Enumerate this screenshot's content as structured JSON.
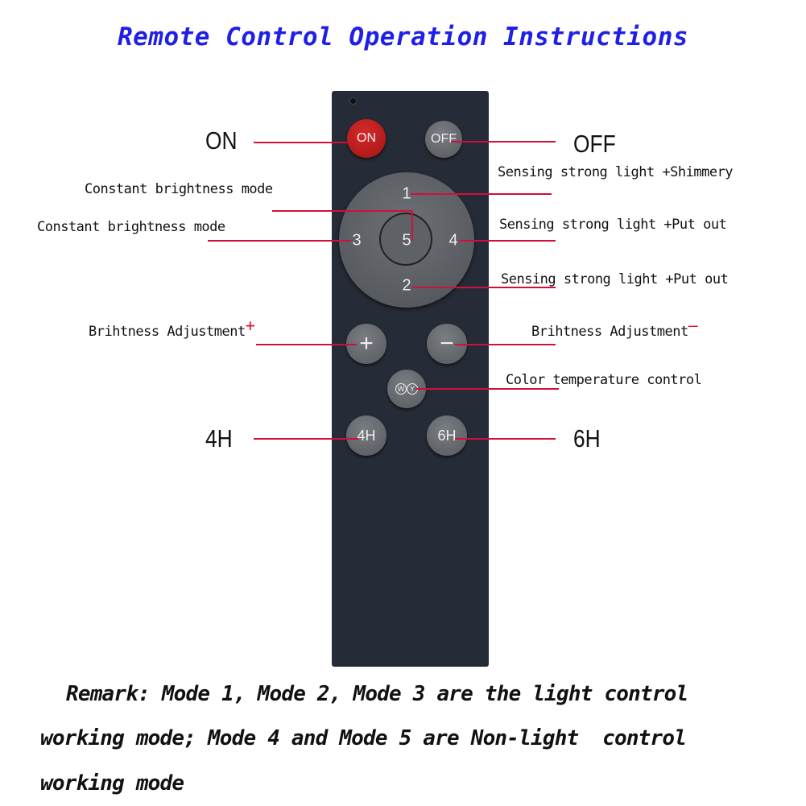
{
  "title": "Remote Control Operation Instructions",
  "buttons": {
    "on": "ON",
    "off": "OFF",
    "mode1": "1",
    "mode2": "2",
    "mode3": "3",
    "mode4": "4",
    "mode5": "5",
    "plus": "+",
    "minus": "−",
    "wy_w": "W",
    "wy_y": "Y",
    "h4": "4H",
    "h6": "6H"
  },
  "labels": {
    "on": "ON",
    "off": "OFF",
    "mode1": "Sensing strong light +Shimmery",
    "mode5": "Constant brightness mode",
    "mode3": "Constant brightness mode",
    "mode4": "Sensing strong light +Put out",
    "mode2": "Sensing strong light +Put out",
    "plus": "Brihtness Adjustment",
    "plus_sign": "+",
    "minus": "Brihtness Adjustment",
    "minus_sign": "—",
    "wy": "Color temperature control",
    "h4": "4H",
    "h6": "6H"
  },
  "remark": {
    "line1": "Remark: Mode 1, Mode 2, Mode 3 are the light control",
    "line2": "working mode; Mode 4 and Mode 5 are Non-light  control",
    "line3": "working mode"
  },
  "colors": {
    "title": "#1f1fe6",
    "line": "#d0103a",
    "remote": "#262b38"
  }
}
